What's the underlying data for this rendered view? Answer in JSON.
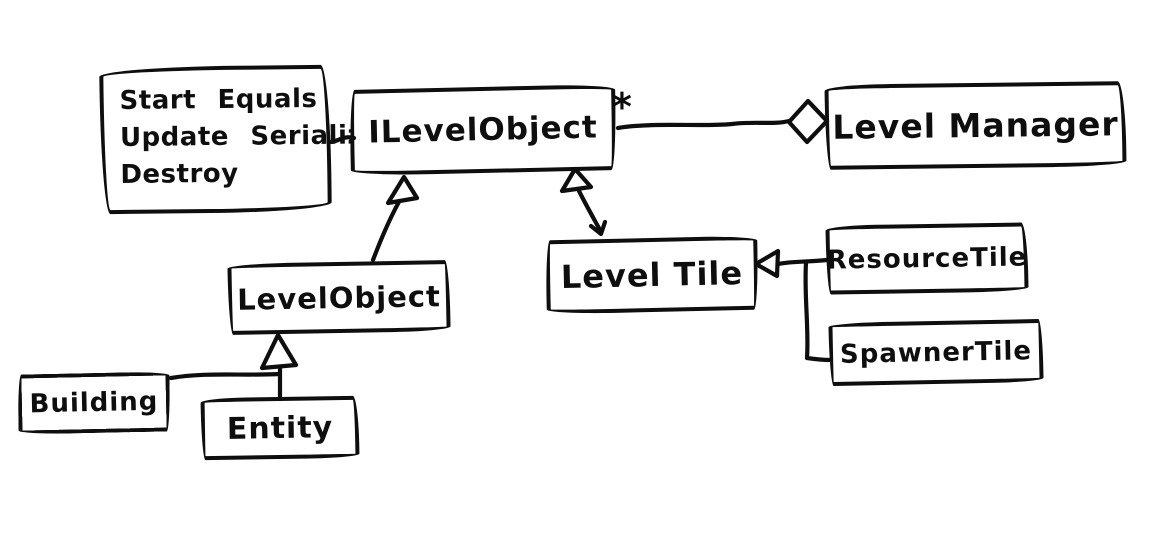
{
  "colors": {
    "ink": "#0e0e0e",
    "paper": "#ffffff"
  },
  "notes_box": {
    "lines": [
      "Start Equals",
      "Update Serialize",
      "Destroy"
    ]
  },
  "classes": {
    "ilevelobject": {
      "label": "ILevelObject"
    },
    "levelmanager": {
      "label": "Level Manager"
    },
    "levelobject": {
      "label": "LevelObject"
    },
    "leveltile": {
      "label": "Level Tile"
    },
    "resourcetile": {
      "label": "ResourceTile"
    },
    "spawnertile": {
      "label": "SpawnerTile"
    },
    "building": {
      "label": "Building"
    },
    "entity": {
      "label": "Entity"
    }
  },
  "labels": {
    "aggregation_multiplicity": "*"
  },
  "relationships": [
    {
      "from": "LevelObject",
      "to": "ILevelObject",
      "type": "generalization"
    },
    {
      "from": "LevelTile",
      "to": "ILevelObject",
      "type": "generalization"
    },
    {
      "from": "ILevelObject",
      "to": "LevelManager",
      "type": "aggregation",
      "multiplicity": "*"
    },
    {
      "from": "ResourceTile",
      "to": "LevelTile",
      "type": "generalization"
    },
    {
      "from": "SpawnerTile",
      "to": "LevelTile",
      "type": "generalization"
    },
    {
      "from": "Building",
      "to": "LevelObject",
      "type": "generalization"
    },
    {
      "from": "Entity",
      "to": "LevelObject",
      "type": "generalization"
    },
    {
      "from": "notes",
      "to": "ILevelObject",
      "type": "note-attachment"
    }
  ]
}
